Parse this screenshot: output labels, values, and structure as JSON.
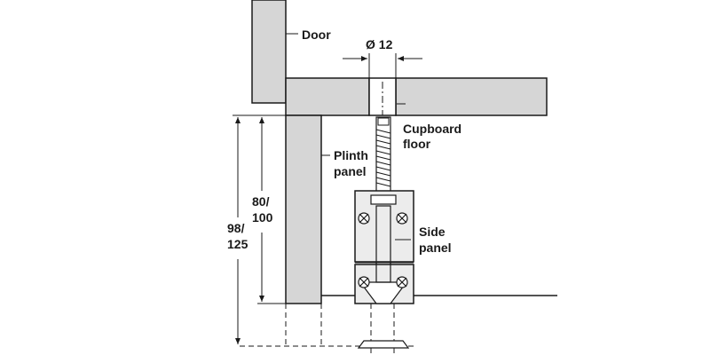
{
  "labels": {
    "door": "Door",
    "diameter": "Ø 12",
    "cupboard_floor_line1": "Cupboard",
    "cupboard_floor_line2": "floor",
    "plinth_panel_line1": "Plinth",
    "plinth_panel_line2": "panel",
    "side_panel_line1": "Side",
    "side_panel_line2": "panel",
    "dim_inner_line1": "80/",
    "dim_inner_line2": "100",
    "dim_outer_line1": "98/",
    "dim_outer_line2": "125"
  },
  "colors": {
    "panel_fill": "#d6d6d6",
    "bracket_fill": "#ececec",
    "line": "#1a1a1a"
  }
}
